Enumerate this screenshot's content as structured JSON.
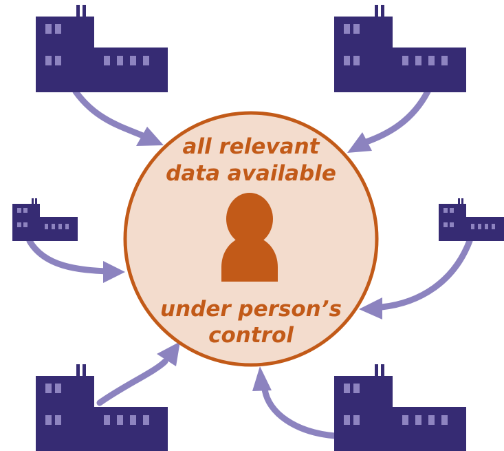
{
  "colors": {
    "factory": "#362b73",
    "window": "#8e84c0",
    "arrow": "#8c83bf",
    "circle_fill": "#f3dccd",
    "circle_stroke": "#c25a18",
    "person": "#c25a18",
    "text": "#c25a18"
  },
  "center": {
    "top_line1": "all relevant",
    "top_line2": "data available",
    "bottom_line1": "under person’s",
    "bottom_line2": "control"
  },
  "icons": {
    "person": "person-icon",
    "factory": "factory-icon"
  }
}
